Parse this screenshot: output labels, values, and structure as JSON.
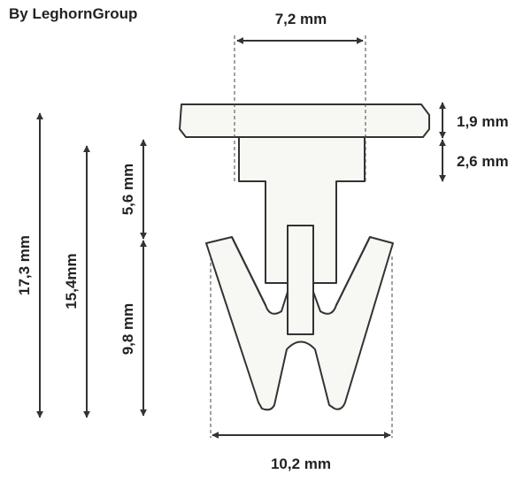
{
  "brand": "By LeghornGroup",
  "colors": {
    "stroke": "#333333",
    "fill": "#f7f7f3",
    "text": "#222222"
  },
  "dimensions": {
    "top_width": "7,2 mm",
    "head_height": "1,9 mm",
    "neck_height": "2,6 mm",
    "upper_height": "5,6 mm",
    "lower_height": "9,8 mm",
    "mid_height": "15,4mm",
    "total_height": "17,3 mm",
    "bottom_width": "10,2 mm"
  }
}
